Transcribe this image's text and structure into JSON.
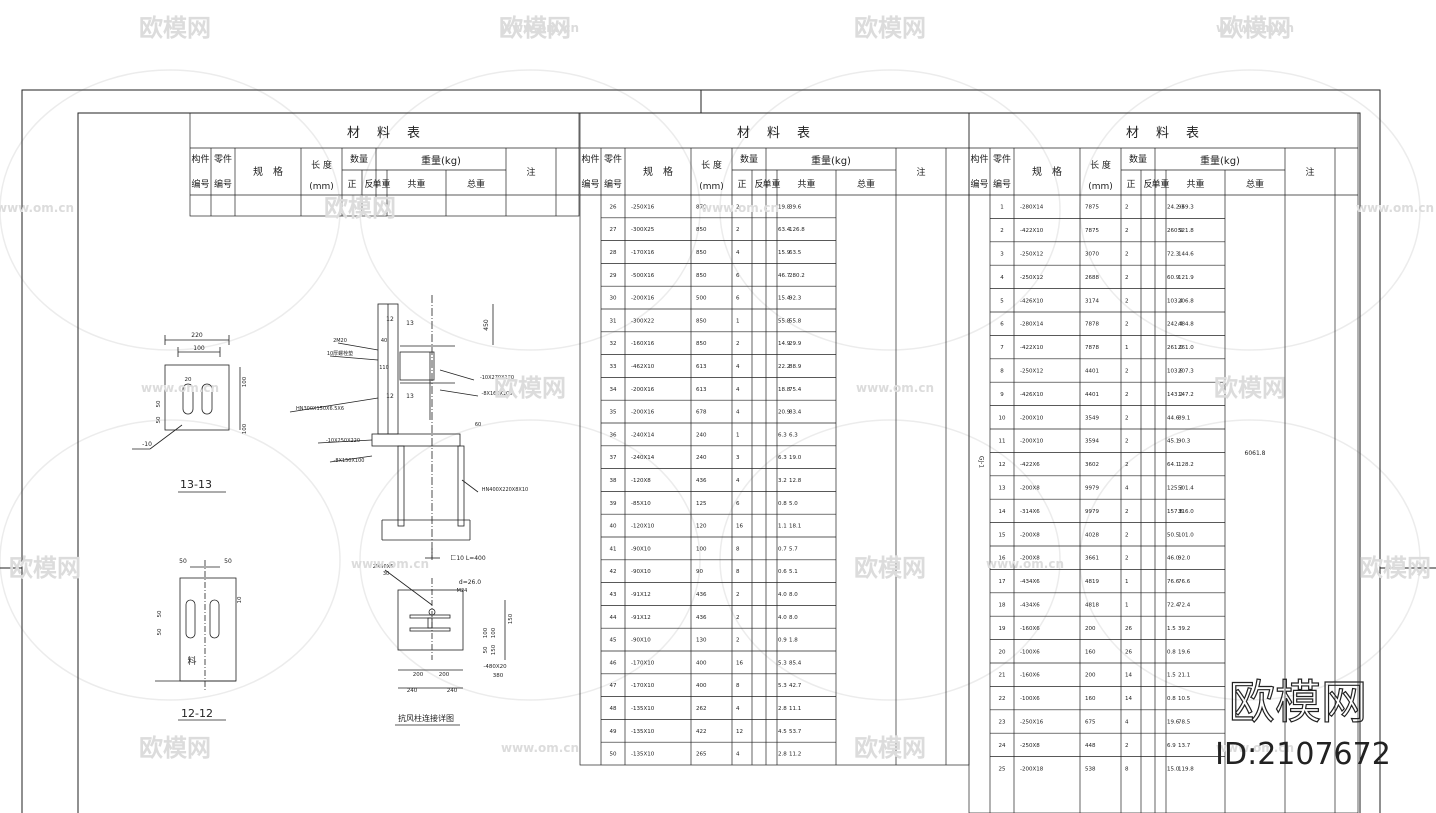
{
  "watermark": {
    "logo_text": "欧模网",
    "site_text": "www.om.cn",
    "brand": "欧模网",
    "id": "ID:2107672"
  },
  "tables": [
    {
      "title": "材　料　表",
      "headers": {
        "part_no": [
          "构件",
          "编号"
        ],
        "piece_no": [
          "零件",
          "编号"
        ],
        "spec": "规　格",
        "length": [
          "长 度",
          "(mm)"
        ],
        "qty": "数量",
        "front": "正",
        "back": "反",
        "weight": "重量(kg)",
        "unit_wt": "单重",
        "sum_wt": "共重",
        "total_wt": "总重",
        "note": "注"
      }
    },
    {
      "title": "材　料　表",
      "headers": {
        "part_no": [
          "构件",
          "编号"
        ],
        "piece_no": [
          "零件",
          "编号"
        ],
        "spec": "规　格",
        "length": [
          "长 度",
          "(mm)"
        ],
        "qty": "数量",
        "front": "正",
        "back": "反",
        "weight": "重量(kg)",
        "unit_wt": "单重",
        "sum_wt": "共重",
        "total_wt": "总重",
        "note": "注"
      },
      "rows": [
        [
          "26",
          "-250X16",
          "870",
          "2",
          "19.8",
          "39.6"
        ],
        [
          "27",
          "-300X25",
          "850",
          "2",
          "63.4",
          "126.8"
        ],
        [
          "28",
          "-170X16",
          "850",
          "4",
          "15.9",
          "63.5"
        ],
        [
          "29",
          "-500X16",
          "850",
          "6",
          "46.7",
          "280.2"
        ],
        [
          "30",
          "-200X16",
          "500",
          "6",
          "15.4",
          "92.3"
        ],
        [
          "31",
          "-300X22",
          "850",
          "1",
          "55.8",
          "55.8"
        ],
        [
          "32",
          "-160X16",
          "850",
          "2",
          "14.9",
          "29.9"
        ],
        [
          "33",
          "-462X10",
          "613",
          "4",
          "22.2",
          "88.9"
        ],
        [
          "34",
          "-200X16",
          "613",
          "4",
          "18.8",
          "75.4"
        ],
        [
          "35",
          "-200X16",
          "678",
          "4",
          "20.9",
          "83.4"
        ],
        [
          "36",
          "-240X14",
          "240",
          "1",
          "6.3",
          "6.3"
        ],
        [
          "37",
          "-240X14",
          "240",
          "3",
          "6.3",
          "19.0"
        ],
        [
          "38",
          "-120X8",
          "436",
          "4",
          "3.2",
          "12.8"
        ],
        [
          "39",
          "-85X10",
          "125",
          "6",
          "0.8",
          "5.0"
        ],
        [
          "40",
          "-120X10",
          "120",
          "16",
          "1.1",
          "18.1"
        ],
        [
          "41",
          "-90X10",
          "100",
          "8",
          "0.7",
          "5.7"
        ],
        [
          "42",
          "-90X10",
          "90",
          "8",
          "0.6",
          "5.1"
        ],
        [
          "43",
          "-91X12",
          "436",
          "2",
          "4.0",
          "8.0"
        ],
        [
          "44",
          "-91X12",
          "436",
          "2",
          "4.0",
          "8.0"
        ],
        [
          "45",
          "-90X10",
          "130",
          "2",
          "0.9",
          "1.8"
        ],
        [
          "46",
          "-170X10",
          "400",
          "16",
          "5.3",
          "85.4"
        ],
        [
          "47",
          "-170X10",
          "400",
          "8",
          "5.3",
          "42.7"
        ],
        [
          "48",
          "-135X10",
          "262",
          "4",
          "2.8",
          "11.1"
        ],
        [
          "49",
          "-135X10",
          "422",
          "12",
          "4.5",
          "53.7"
        ],
        [
          "50",
          "-135X10",
          "265",
          "4",
          "2.8",
          "11.2"
        ]
      ]
    },
    {
      "title": "材　料　表",
      "headers": {
        "part_no": [
          "构件",
          "编号"
        ],
        "piece_no": [
          "零件",
          "编号"
        ],
        "spec": "规　格",
        "length": [
          "长 度",
          "(mm)"
        ],
        "qty": "数量",
        "front": "正",
        "back": "反",
        "weight": "重量(kg)",
        "unit_wt": "单重",
        "sum_wt": "共重",
        "total_wt": "总重",
        "note": "注"
      },
      "part_label": "GJ-1",
      "total": "6061.8",
      "rows": [
        [
          "1",
          "-280X14",
          "7875",
          "2",
          "24.2.3",
          "969.3"
        ],
        [
          "2",
          "-422X10",
          "7875",
          "2",
          "260.9",
          "521.8"
        ],
        [
          "3",
          "-250X12",
          "3070",
          "2",
          "72.3",
          "144.6"
        ],
        [
          "4",
          "-250X12",
          "2688",
          "2",
          "60.9",
          "121.9"
        ],
        [
          "5",
          "-426X10",
          "3174",
          "2",
          "103.4",
          "206.8"
        ],
        [
          "6",
          "-280X14",
          "7878",
          "2",
          "242.4",
          "484.8"
        ],
        [
          "7",
          "-422X10",
          "7878",
          "1",
          "261.0",
          "261.0"
        ],
        [
          "8",
          "-250X12",
          "4401",
          "2",
          "103.6",
          "207.3"
        ],
        [
          "9",
          "-426X10",
          "4401",
          "2",
          "143.2",
          "147.2"
        ],
        [
          "10",
          "-200X10",
          "3549",
          "2",
          "44.6",
          "89.1"
        ],
        [
          "11",
          "-200X10",
          "3594",
          "2",
          "45.1",
          "90.3"
        ],
        [
          "12",
          "-422X6",
          "3602",
          "2",
          "64.1",
          "128.2"
        ],
        [
          "13",
          "-200X8",
          "9979",
          "4",
          "125.3",
          "501.4"
        ],
        [
          "14",
          "-314X6",
          "9979",
          "2",
          "157.8",
          "316.0"
        ],
        [
          "15",
          "-200X8",
          "4028",
          "2",
          "50.5",
          "101.0"
        ],
        [
          "16",
          "-200X8",
          "3661",
          "2",
          "46.0",
          "92.0"
        ],
        [
          "17",
          "-434X6",
          "4819",
          "1",
          "76.6",
          "76.6"
        ],
        [
          "18",
          "-434X6",
          "4818",
          "1",
          "72.4",
          "72.4"
        ],
        [
          "19",
          "-160X6",
          "200",
          "26",
          "1.5",
          "39.2"
        ],
        [
          "20",
          "-100X6",
          "160",
          "26",
          "0.8",
          "19.6"
        ],
        [
          "21",
          "-160X6",
          "200",
          "14",
          "1.5",
          "21.1"
        ],
        [
          "22",
          "-100X6",
          "160",
          "14",
          "0.8",
          "10.5"
        ],
        [
          "23",
          "-250X16",
          "675",
          "4",
          "19.6",
          "78.5"
        ],
        [
          "24",
          "-250X8",
          "448",
          "2",
          "6.9",
          "13.7"
        ],
        [
          "25",
          "-200X18",
          "538",
          "8",
          "15.0",
          "119.8"
        ]
      ]
    }
  ],
  "drawings": {
    "sec1": {
      "label": "13-13",
      "dims": [
        "220",
        "100",
        "20",
        "50",
        "50",
        "100",
        "100"
      ],
      "plate": "-10"
    },
    "sec2": {
      "label": "12-12",
      "dims": [
        "50",
        "50",
        "50",
        "50",
        "10"
      ],
      "marker": "料"
    },
    "elev": {
      "dims": [
        "450",
        "12",
        "13",
        "12",
        "13",
        "40",
        "110",
        "60"
      ],
      "callouts": [
        "2M20",
        "10厚螺栓垫",
        "HN300X150X6.5X6",
        "-10X250X220",
        "-8X150X100",
        "-10X270X170",
        "-8X160X100",
        "HN400X220X8X10"
      ],
      "anchor_note": "匚10 L=400"
    },
    "plan": {
      "callouts": [
        "2M30X6",
        "30"
      ],
      "bolt_note": "d=26.0",
      "bolt_spec": "M24",
      "dims_h": [
        "200",
        "200",
        "240",
        "240"
      ],
      "dims_v": [
        "150",
        "100",
        "100",
        "150",
        "50"
      ],
      "plate": "-480X20",
      "plate_len": "380"
    },
    "caption": "抗风柱连接详图"
  }
}
